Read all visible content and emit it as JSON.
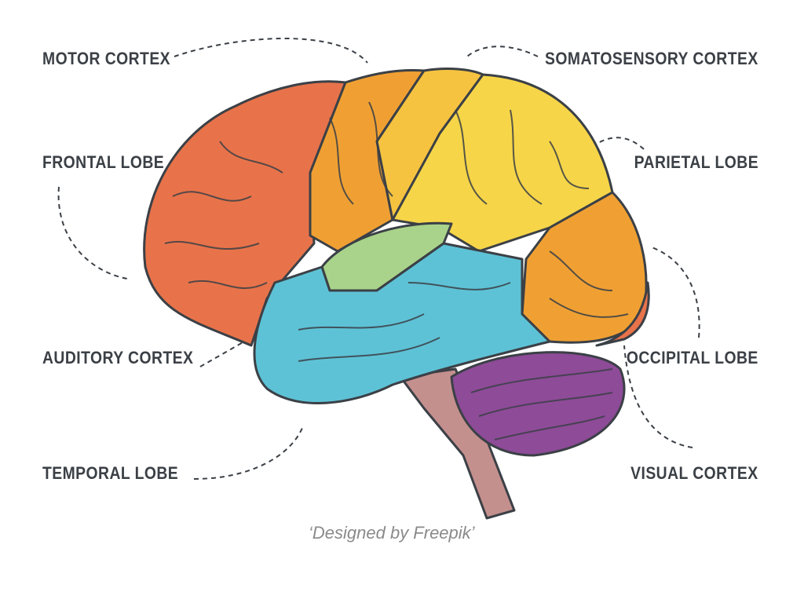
{
  "labels": {
    "motor_cortex": "MOTOR CORTEX",
    "somatosensory_cortex": "SOMATOSENSORY CORTEX",
    "frontal_lobe": "FRONTAL LOBE",
    "parietal_lobe": "PARIETAL LOBE",
    "auditory_cortex": "AUDITORY CORTEX",
    "occipital_lobe": "OCCIPITAL LOBE",
    "temporal_lobe": "TEMPORAL LOBE",
    "visual_cortex": "VISUAL CORTEX"
  },
  "credit": "‘Designed by Freepik’",
  "colors": {
    "frontal": "#E8734A",
    "motor": "#F0A033",
    "parietal": "#F6D548",
    "auditory": "#A9D38A",
    "temporal": "#5EC2D6",
    "occipital": "#F0A033",
    "visual": "#E8734A",
    "cerebellum": "#8E4B98",
    "brainstem": "#C4908E",
    "outline": "#3b4046"
  }
}
